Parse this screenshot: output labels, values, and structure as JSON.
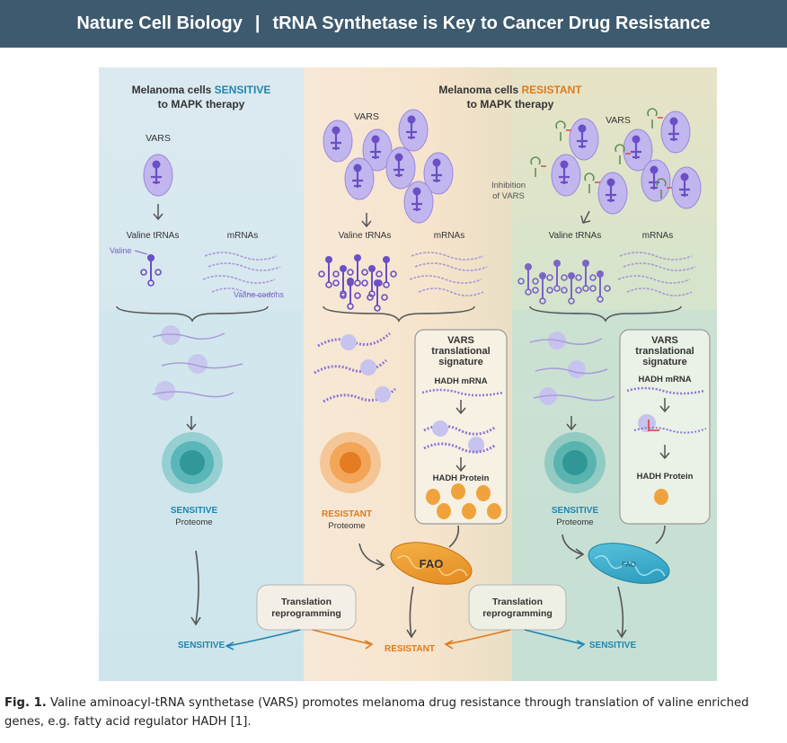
{
  "header": {
    "journal": "Nature Cell Biology",
    "separator": "|",
    "headline": "tRNA Synthetase is Key to Cancer Drug Resistance"
  },
  "figure": {
    "panel_sensitive": {
      "title_line1_prefix": "Melanoma cells ",
      "title_line1_highlight": "SENSITIVE",
      "title_line2": "to MAPK therapy",
      "vars_label": "VARS",
      "valine_trnas_label": "Valine tRNAs",
      "mrnas_label": "mRNAs",
      "valine_label": "Valine",
      "valine_codons_label": "Valine codons",
      "proteome_status": "SENSITIVE",
      "proteome_label": "Proteome",
      "outcome": "SENSITIVE"
    },
    "panel_resistant": {
      "title_line1_prefix": "Melanoma cells ",
      "title_line1_highlight": "RESISTANT",
      "title_line2": "to MAPK therapy",
      "vars_label": "VARS",
      "valine_trnas_label": "Valine tRNAs",
      "mrnas_label": "mRNAs",
      "box_title_line1": "VARS",
      "box_title_line2": "translational",
      "box_title_line3": "signature",
      "box_hadh_mrna": "HADH mRNA",
      "box_hadh_protein": "HADH Protein",
      "proteome_status": "RESISTANT",
      "proteome_label": "Proteome",
      "fao_label": "FAO",
      "outcome": "RESISTANT"
    },
    "panel_inhibited": {
      "vars_label": "VARS",
      "inhibition_line1": "Inhibition",
      "inhibition_line2": "of VARS",
      "valine_trnas_label": "Valine tRNAs",
      "mrnas_label": "mRNAs",
      "box_title_line1": "VARS",
      "box_title_line2": "translational",
      "box_title_line3": "signature",
      "box_hadh_mrna": "HADH mRNA",
      "box_hadh_protein": "HADH Protein",
      "proteome_status": "SENSITIVE",
      "proteome_label": "Proteome",
      "fao_label": "FAO",
      "outcome": "SENSITIVE"
    },
    "reprogramming_left_line1": "Translation",
    "reprogramming_left_line2": "reprogramming",
    "reprogramming_right_line1": "Translation",
    "reprogramming_right_line2": "reprogramming"
  },
  "caption": {
    "label": "Fig. 1.",
    "text": " Valine aminoacyl-tRNA synthetase (VARS) promotes melanoma drug resistance through translation of valine enriched genes, e.g. fatty acid regulator HADH [1]."
  },
  "colors": {
    "header_bg": "#3d5a6f",
    "sensitive_blue": "#1f86b0",
    "resistant_orange": "#e07a1b",
    "vars_purple": "#7b62c9",
    "proteome_teal": "#2aa3a3",
    "proteome_orange": "#f08a24",
    "fao_orange": "#f2a33a",
    "fao_blue": "#4ab9d6"
  }
}
